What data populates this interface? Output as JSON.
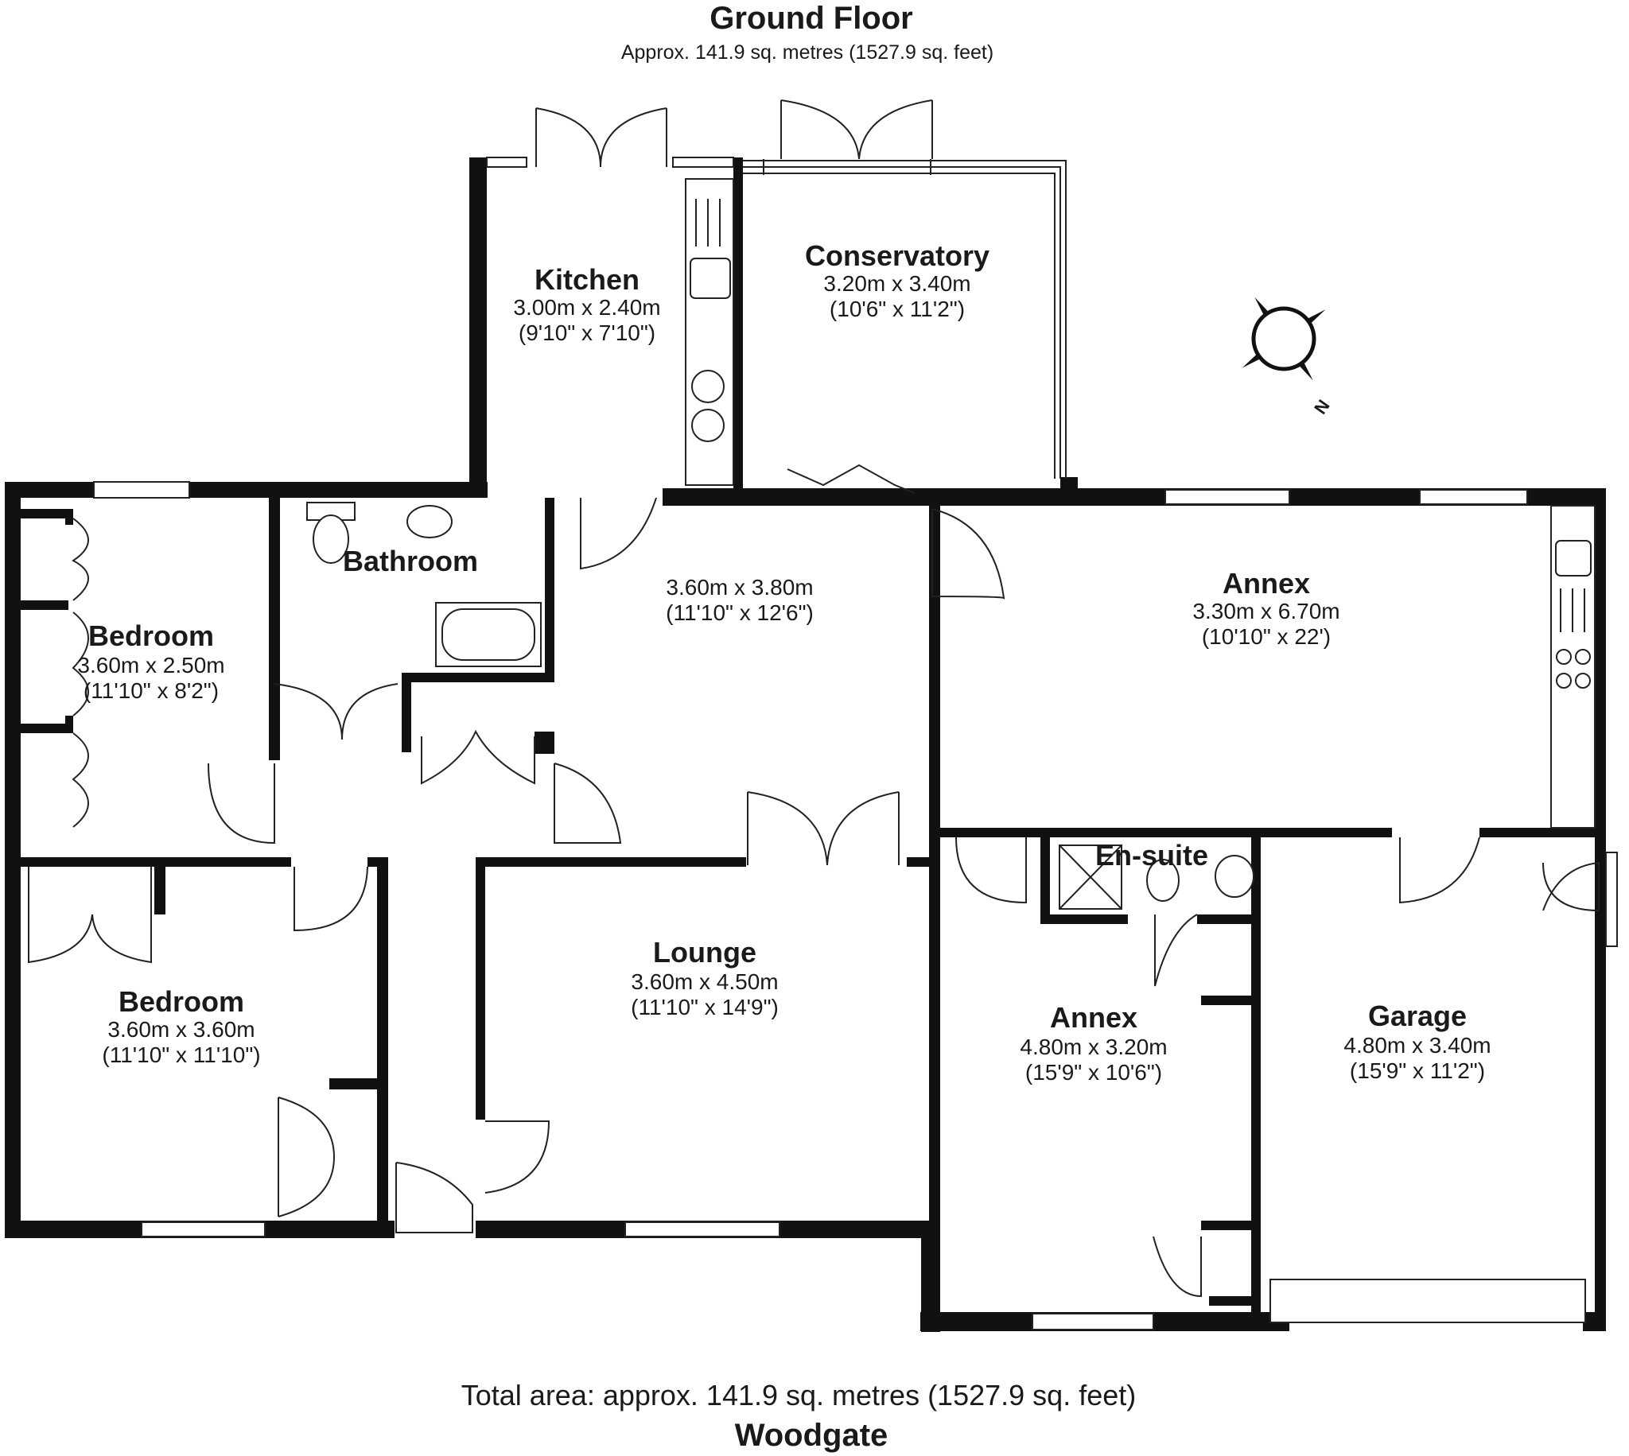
{
  "header": {
    "floor_title": "Ground Floor",
    "floor_area": "Approx. 141.9 sq. metres (1527.9 sq. feet)"
  },
  "rooms": {
    "kitchen": {
      "name": "Kitchen",
      "metric": "3.00m x 2.40m",
      "imperial": "(9'10\" x 7'10\")"
    },
    "conservatory": {
      "name": "Conservatory",
      "metric": "3.20m x 3.40m",
      "imperial": "(10'6\" x 11'2\")"
    },
    "bathroom": {
      "name": "Bathroom"
    },
    "dining": {
      "metric": "3.60m x 3.80m",
      "imperial": "(11'10\" x 12'6\")"
    },
    "bedroom1": {
      "name": "Bedroom",
      "metric": "3.60m x 2.50m",
      "imperial": "(11'10\" x 8'2\")"
    },
    "annex1": {
      "name": "Annex",
      "metric": "3.30m x 6.70m",
      "imperial": "(10'10\" x 22')"
    },
    "ensuite": {
      "name": "En-suite"
    },
    "lounge": {
      "name": "Lounge",
      "metric": "3.60m x 4.50m",
      "imperial": "(11'10\" x 14'9\")"
    },
    "bedroom2": {
      "name": "Bedroom",
      "metric": "3.60m x 3.60m",
      "imperial": "(11'10\" x 11'10\")"
    },
    "annex2": {
      "name": "Annex",
      "metric": "4.80m x 3.20m",
      "imperial": "(15'9\" x 10'6\")"
    },
    "garage": {
      "name": "Garage",
      "metric": "4.80m x 3.40m",
      "imperial": "(15'9\" x 11'2\")"
    }
  },
  "compass": {
    "label": "N"
  },
  "footer": {
    "total_area": "Total area: approx. 141.9 sq. metres (1527.9 sq. feet)",
    "property": "Woodgate"
  }
}
